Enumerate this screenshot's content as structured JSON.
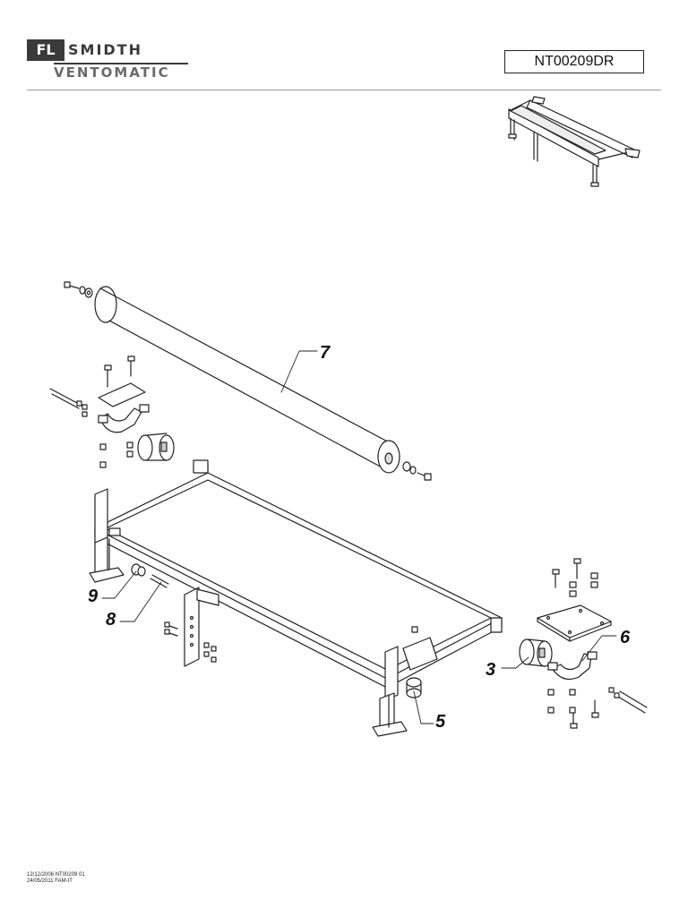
{
  "header": {
    "logo_mark": "FL",
    "logo_word": "SMIDTH",
    "logo_sub": "VENTOMATIC",
    "doc_number": "NT00209DR"
  },
  "callouts": [
    "7",
    "9",
    "8",
    "3",
    "6",
    "5"
  ],
  "footer": {
    "line1": "12/12/2006 NT00209 01",
    "line2": "24/05/2011 FAM-IT"
  }
}
